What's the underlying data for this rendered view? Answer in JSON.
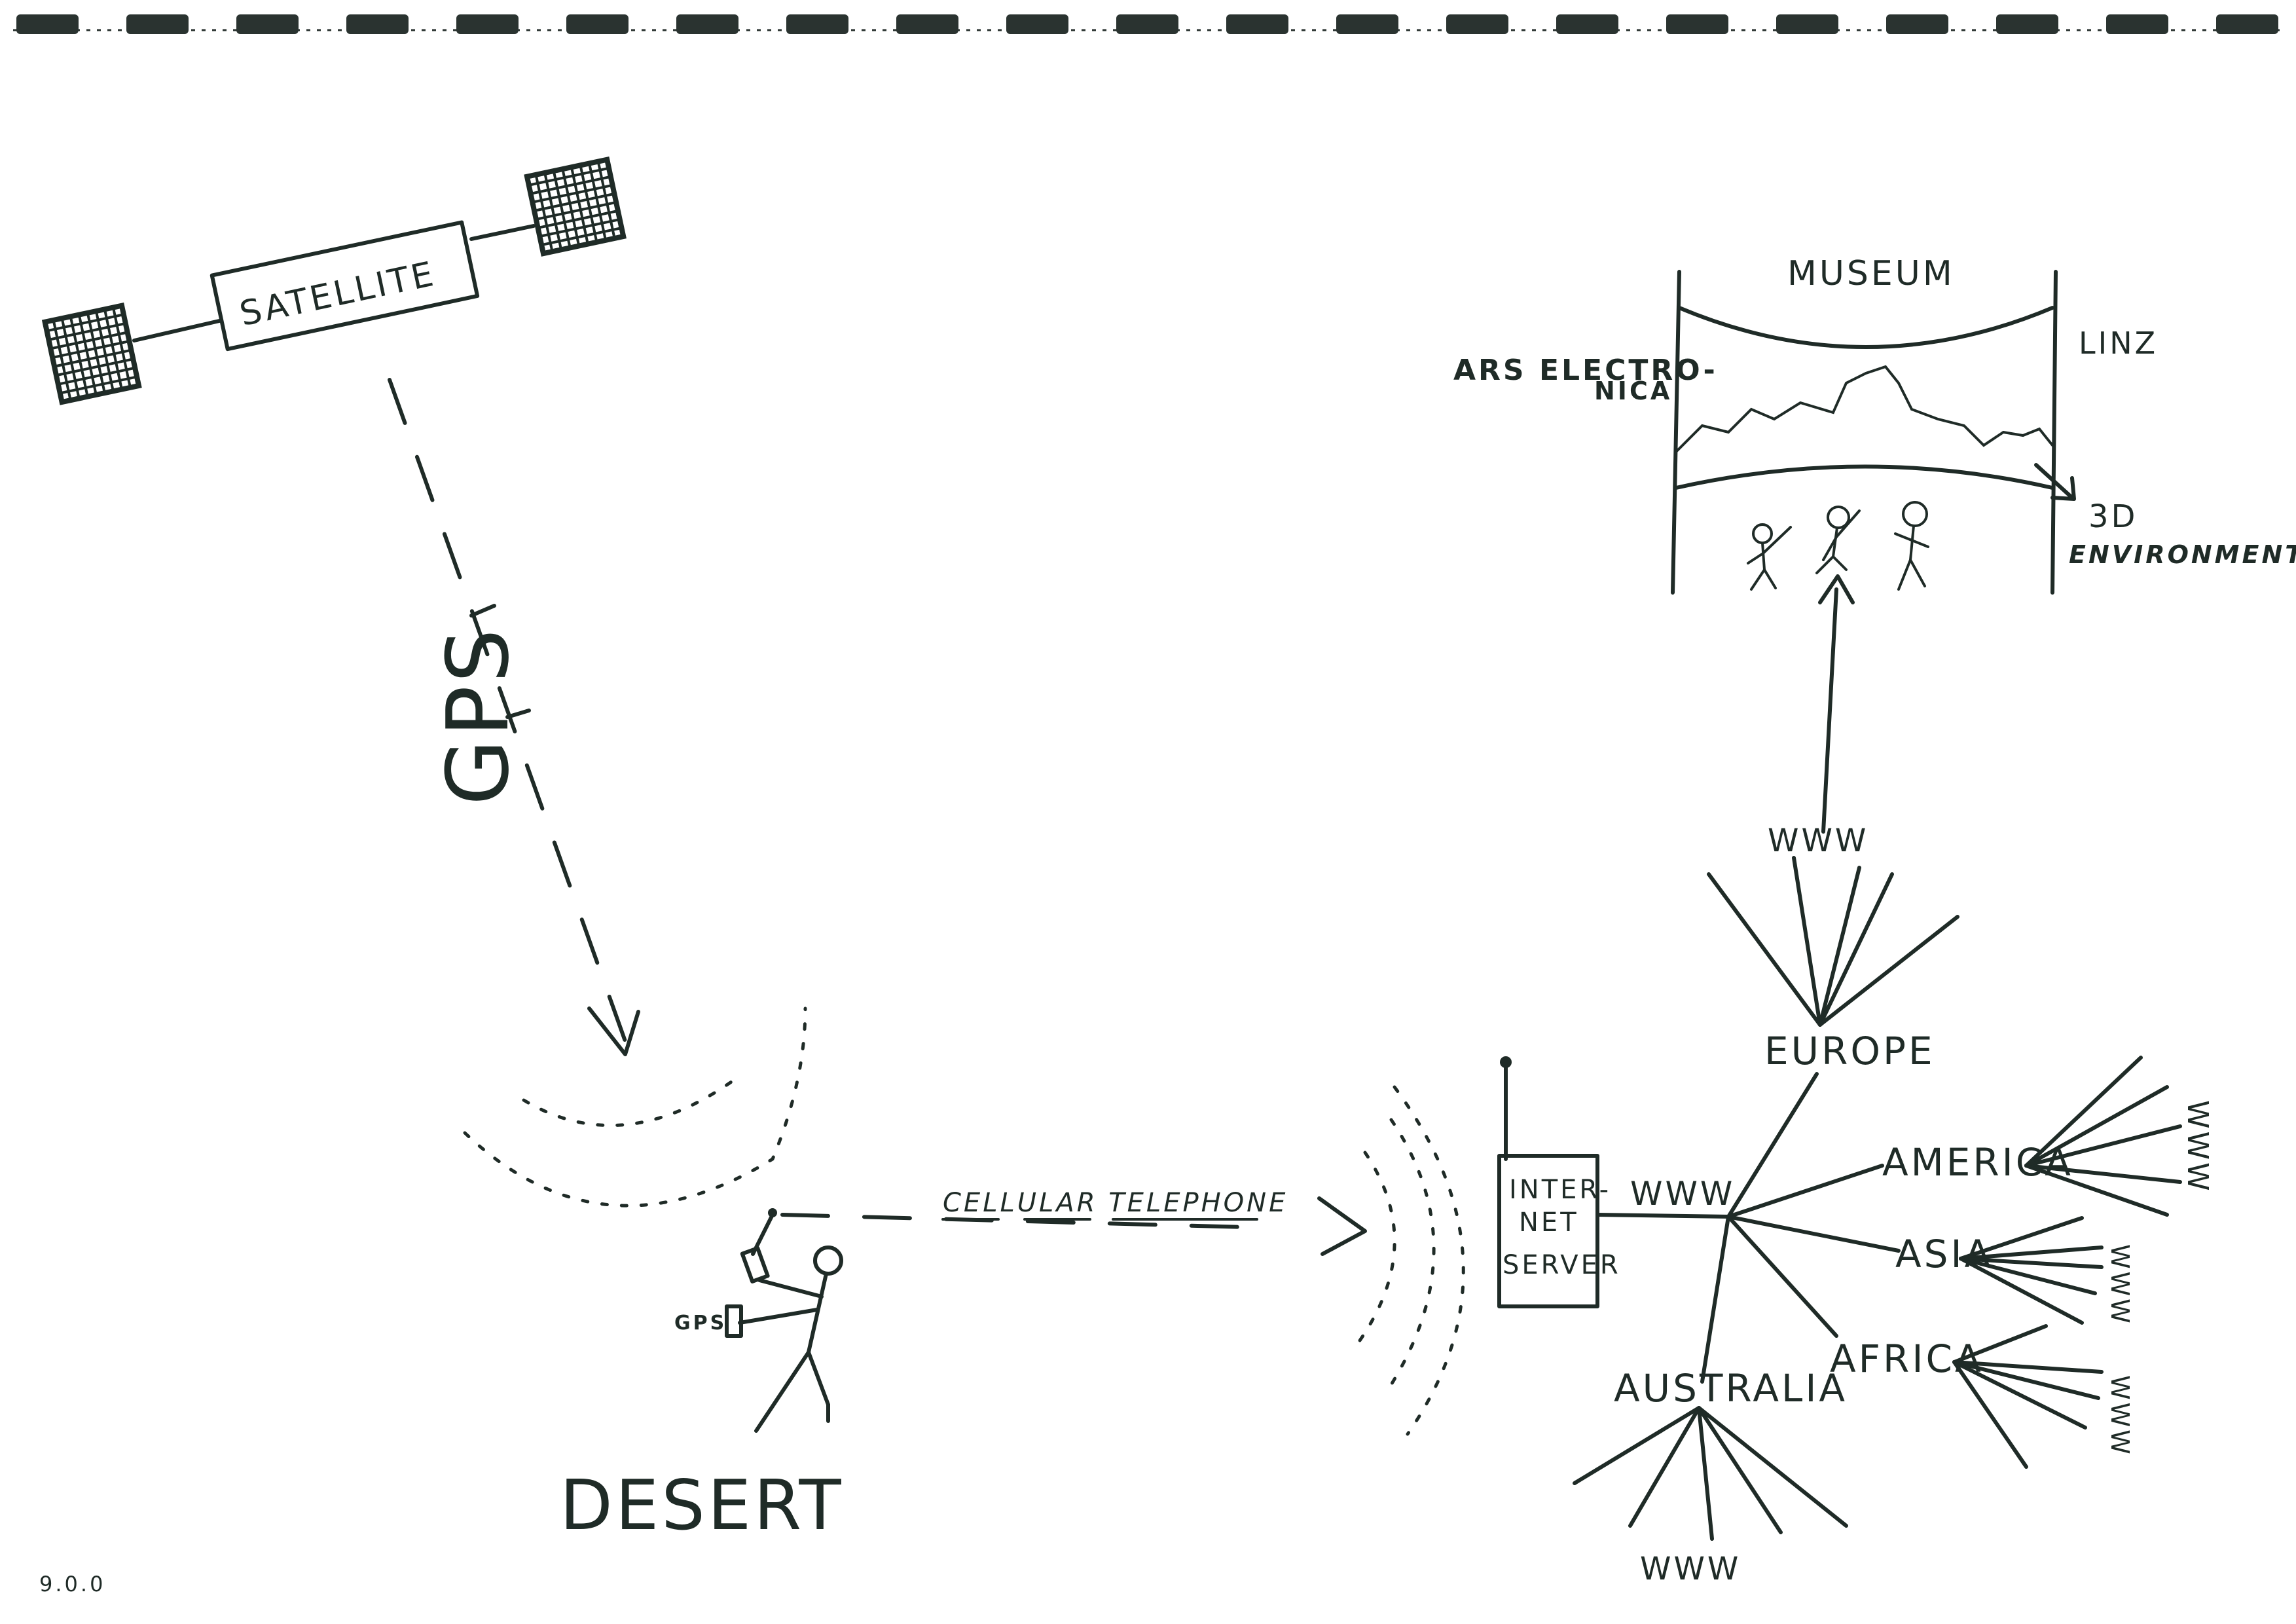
{
  "labels": {
    "satellite": "SATELLITE",
    "gps": "GPS",
    "gps_device": "GPS",
    "cellular": "CELLULAR TELEPHONE",
    "desert": "DESERT",
    "museum": "MUSEUM",
    "ars_line1": "ARS ELECTRO-",
    "ars_line2": "NICA",
    "linz": "LINZ",
    "env_line1": "3D",
    "env_line2": "ENVIRONMENT",
    "server_line1": "INTER-",
    "server_line2": "NET",
    "server_line3": "SERVER",
    "www_server": "WWW",
    "www_europe": "WWW",
    "www_america": "WWW",
    "www_asia": "WWW",
    "www_africa": "WWW",
    "www_australia": "WWW",
    "europe": "EUROPE",
    "america": "AMERICA",
    "asia": "ASIA",
    "africa": "AFRICA",
    "australia": "AUSTRALIA",
    "corner_mark": "9.0.0"
  },
  "colors": {
    "ink": "#1f2b27",
    "paper": "#ffffff",
    "binding": "#2a3330"
  }
}
